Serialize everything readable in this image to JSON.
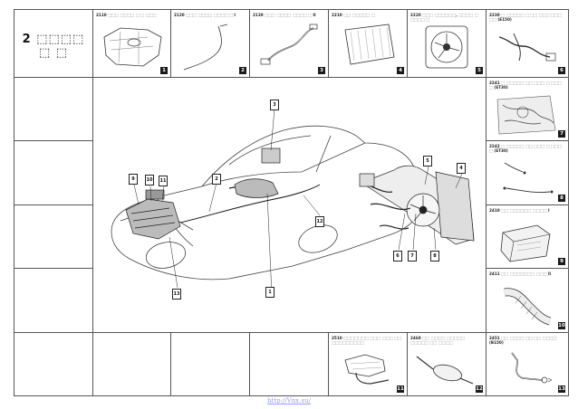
{
  "page": {
    "title": "2 ⬚⬚⬚⬚ ⬚ ⬚",
    "footer_url": "http://Vnx.su/"
  },
  "cells": [
    {
      "num": "1",
      "label": "2110 ⬚⬚⬚ ⬚⬚⬚⬚ ⬚ ⬚ ⬚⬚⬚"
    },
    {
      "num": "2",
      "label": "2120 ⬚⬚⬚ ⬚⬚⬚⬚ ⬚⬚⬚⬚ ⬚ I"
    },
    {
      "num": "3",
      "label": "2130 ⬚⬚⬚ ⬚⬚⬚⬚ ⬚⬚⬚⬚ ⬚ II"
    },
    {
      "num": "4",
      "label": "2210 ⬚⬚ ⬚⬚⬚⬚⬚ ⬚"
    },
    {
      "num": "5",
      "label": "2220 ⬚⬚⬚ ⬚⬚⬚⬚⬚⬚, ⬚⬚⬚⬚ ⬚ ⬚⬚⬚⬚ ⬚"
    },
    {
      "num": "6",
      "label": "2230 ⬚ ⬚⬚⬚⬚⬚ ⬚ ⬚⬚ ⬚⬚⬚ ⬚⬚⬚ ⬚⬚ (E150)"
    },
    {
      "num": "7",
      "label": "2241 ⬚ ⬚⬚⬚⬚⬚ ⬚⬚ ⬚⬚⬚ ⬚ ⬚⬚⬚ ⬚ (ET30)"
    },
    {
      "num": "8",
      "label": "2242 ⬚ ⬚⬚⬚⬚⬚ ⬚⬚ ⬚⬚⬚ ⬚ ⬚⬚⬚ ⬚ (ET30)"
    },
    {
      "num": "9",
      "label": "2410 ⬚⬚ ⬚⬚⬚⬚⬚⬚ ⬚⬚⬚⬚ I"
    },
    {
      "num": "10",
      "label": "2411 ⬚⬚ ⬚⬚⬚⬚⬚⬚⬚ ⬚⬚⬚ II"
    },
    {
      "num": "11",
      "label": "2510 ⬚⬚⬚⬚⬚⬚⬚ ⬚⬚⬚ ⬚⬚⬚ ⬚⬚ ⬚⬚⬚⬚⬚⬚⬚⬚⬚"
    },
    {
      "num": "12",
      "label": "2460 ⬚⬚ ⬚⬚⬚⬚ ⬚⬚⬚⬚⬚ ⬚⬚⬚⬚⬚ ⬚⬚ ⬚⬚⬚⬚"
    },
    {
      "num": "13",
      "label": "2451 ⬚⬚ ⬚⬚⬚⬚ ⬚⬚ ⬚⬚ ⬚⬚⬚⬚ (B150)"
    }
  ],
  "callouts": [
    "1",
    "2",
    "3",
    "4",
    "5",
    "6",
    "7",
    "8",
    "9",
    "10",
    "11",
    "12",
    "13"
  ]
}
